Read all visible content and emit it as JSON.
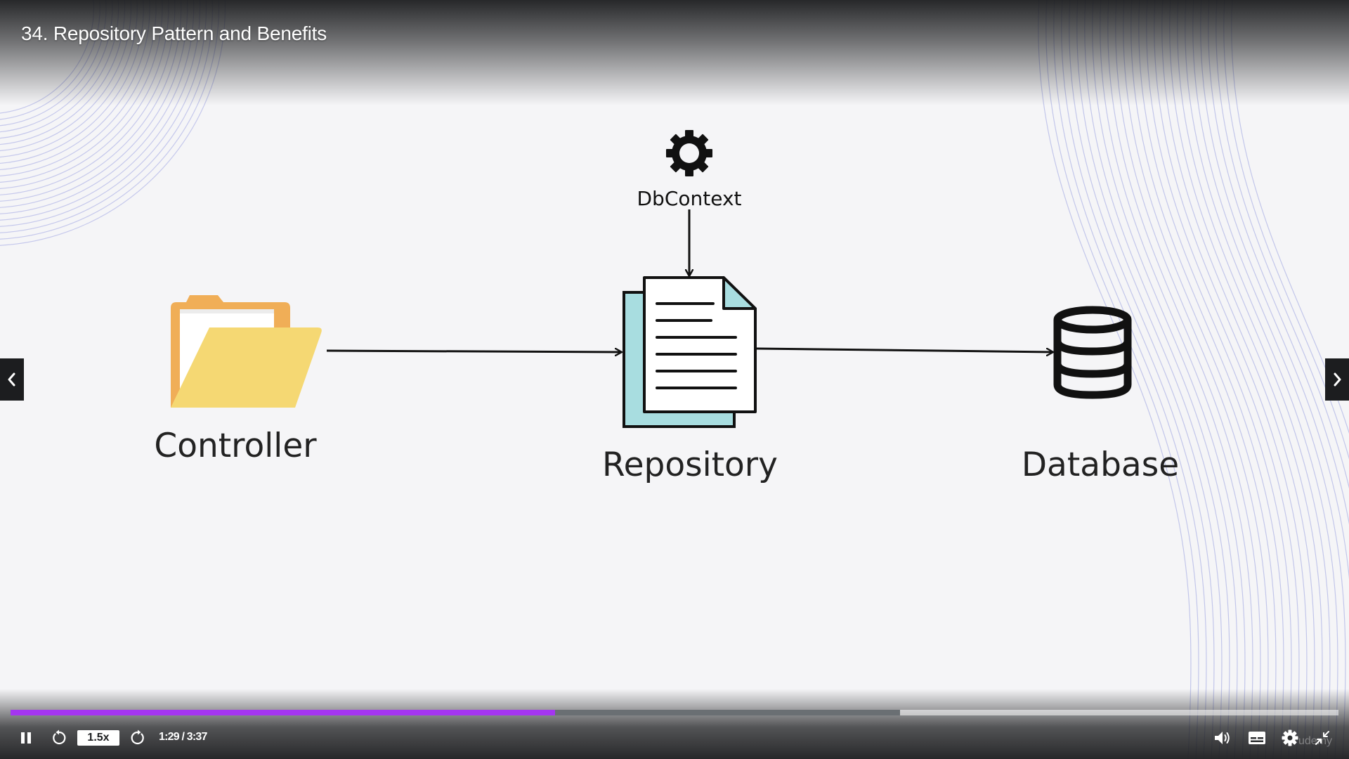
{
  "header": {
    "lecture_title": "34. Repository Pattern and Benefits"
  },
  "slide": {
    "nodes": {
      "dbcontext": {
        "label": "DbContext",
        "icon": "gear-icon"
      },
      "controller": {
        "label": "Controller",
        "icon": "folder-icon"
      },
      "repository": {
        "label": "Repository",
        "icon": "document-icon"
      },
      "database": {
        "label": "Database",
        "icon": "database-icon"
      }
    },
    "edges": [
      {
        "from": "dbcontext",
        "to": "repository"
      },
      {
        "from": "controller",
        "to": "repository"
      },
      {
        "from": "repository",
        "to": "database"
      }
    ]
  },
  "navigation": {
    "prev_icon": "chevron-left-icon",
    "next_icon": "chevron-right-icon"
  },
  "player": {
    "current_time": "1:29",
    "duration": "3:37",
    "time_display": "1:29 / 3:37",
    "playback_rate": "1.5x",
    "played_fraction": 0.41,
    "buffered_fraction": 0.67,
    "accent_color": "#a435f0",
    "watermark": "udemy",
    "icons": [
      "pause-icon",
      "rewind-icon",
      "forward-icon",
      "volume-icon",
      "captions-icon",
      "settings-icon",
      "exit-fullscreen-icon"
    ]
  }
}
